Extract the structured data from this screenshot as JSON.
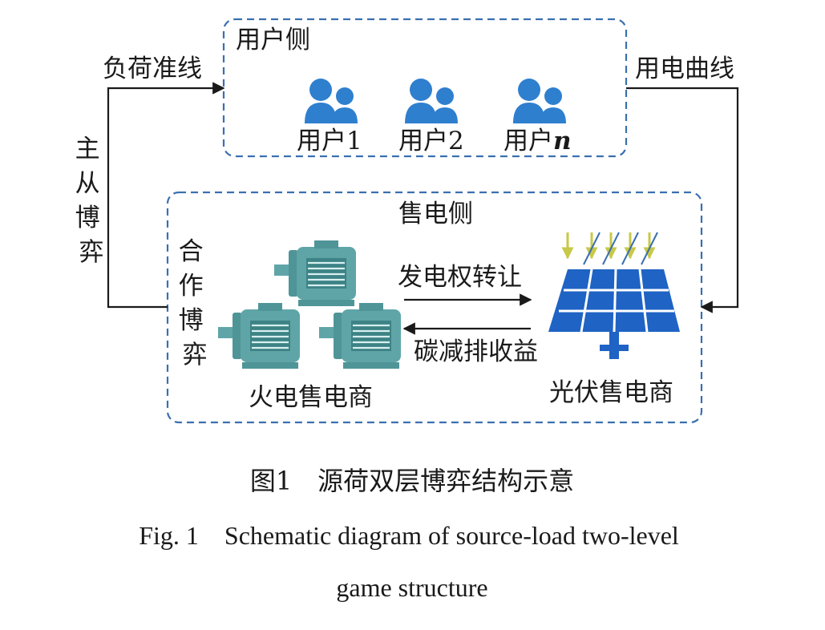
{
  "user_side": {
    "title": "用户侧",
    "users": [
      {
        "label": "用户",
        "index": "1",
        "italic": false
      },
      {
        "label": "用户",
        "index": "2",
        "italic": false
      },
      {
        "label": "用户",
        "index": "n",
        "italic": true
      }
    ]
  },
  "seller_side": {
    "title": "售电侧",
    "thermal_seller": "火电售电商",
    "pv_seller": "光伏售电商",
    "arrow_to_pv": "发电权转让",
    "arrow_to_thermal": "碳减排收益",
    "cooperative_game": [
      "合",
      "作",
      "博",
      "弈"
    ]
  },
  "links": {
    "load_curve": "负荷准线",
    "power_curve": "用电曲线",
    "stackelberg_game": [
      "主",
      "从",
      "博",
      "弈"
    ]
  },
  "caption": {
    "cn": "图1　源荷双层博弈结构示意",
    "en_line1": "Fig. 1    Schematic diagram of source-load two-level",
    "en_line2": "game structure"
  },
  "colors": {
    "box_border": "#3a6fb0",
    "person": "#2f7fcf",
    "motor": "#5fa5a8",
    "panel": "#1f63c4",
    "sun_arrow": "#c8c84a",
    "arrow": "#1a1a1a"
  }
}
